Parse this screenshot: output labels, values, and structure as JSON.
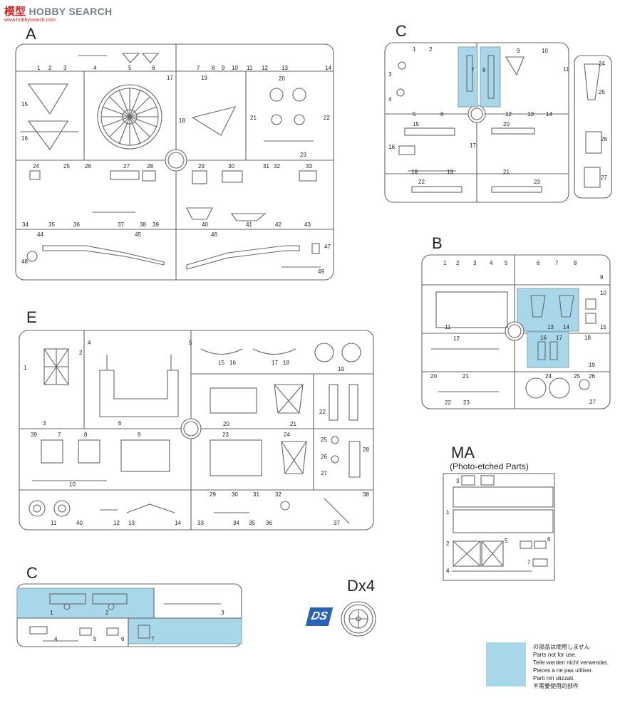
{
  "watermark": {
    "logo": "模型",
    "text": "HOBBY SEARCH",
    "url": "www.hobbysearch.com"
  },
  "sprues": {
    "A": {
      "letter": "A",
      "parts": [
        "1",
        "2",
        "3",
        "4",
        "5",
        "6",
        "7",
        "8",
        "9",
        "10",
        "11",
        "12",
        "13",
        "14",
        "15",
        "16",
        "17",
        "18",
        "19",
        "20",
        "21",
        "22",
        "23",
        "24",
        "25",
        "26",
        "27",
        "28",
        "29",
        "30",
        "31",
        "32",
        "33",
        "34",
        "35",
        "36",
        "37",
        "38",
        "39",
        "40",
        "41",
        "42",
        "43",
        "44",
        "45",
        "46",
        "47",
        "48",
        "49"
      ]
    },
    "C_top": {
      "letter": "C",
      "parts": [
        "1",
        "2",
        "3",
        "4",
        "5",
        "6",
        "7",
        "8",
        "9",
        "10",
        "11",
        "12",
        "13",
        "14",
        "15",
        "16",
        "17",
        "18",
        "19",
        "20",
        "21",
        "22",
        "23",
        "24",
        "25",
        "26",
        "27"
      ]
    },
    "B": {
      "letter": "B",
      "parts": [
        "1",
        "2",
        "3",
        "4",
        "5",
        "6",
        "7",
        "8",
        "9",
        "10",
        "11",
        "12",
        "13",
        "14",
        "15",
        "16",
        "17",
        "18",
        "19",
        "20",
        "21",
        "22",
        "23",
        "24",
        "25",
        "26",
        "27"
      ]
    },
    "E": {
      "letter": "E",
      "parts": [
        "1",
        "2",
        "3",
        "4",
        "5",
        "6",
        "7",
        "8",
        "9",
        "10",
        "11",
        "12",
        "13",
        "14",
        "15",
        "16",
        "17",
        "18",
        "19",
        "20",
        "21",
        "22",
        "23",
        "24",
        "25",
        "26",
        "27",
        "28",
        "29",
        "30",
        "31",
        "32",
        "33",
        "34",
        "35",
        "36",
        "37",
        "38",
        "39",
        "40"
      ]
    },
    "MA": {
      "letter": "MA",
      "subtitle": "(Photo-etched Parts)",
      "parts": [
        "1",
        "2",
        "3",
        "4",
        "5",
        "6",
        "7"
      ]
    },
    "C_bottom": {
      "letter": "C",
      "parts": [
        "1",
        "2",
        "3",
        "4",
        "5",
        "6",
        "7"
      ]
    },
    "D": {
      "letter": "Dx4"
    }
  },
  "ds_logo": "DS",
  "legend": {
    "lines": [
      "の部品は使用しません",
      "Parts not for use.",
      "Teile werden nicht verwendet.",
      "Pieces a ne pas utiliser.",
      "Parti nin ulizzati.",
      "不需要使用的部件"
    ]
  },
  "colors": {
    "unused_highlight": "#a9d7ea",
    "frame": "#666666",
    "ink": "#222222",
    "watermark_red": "#cc2222",
    "watermark_gray": "#7a7f86"
  }
}
